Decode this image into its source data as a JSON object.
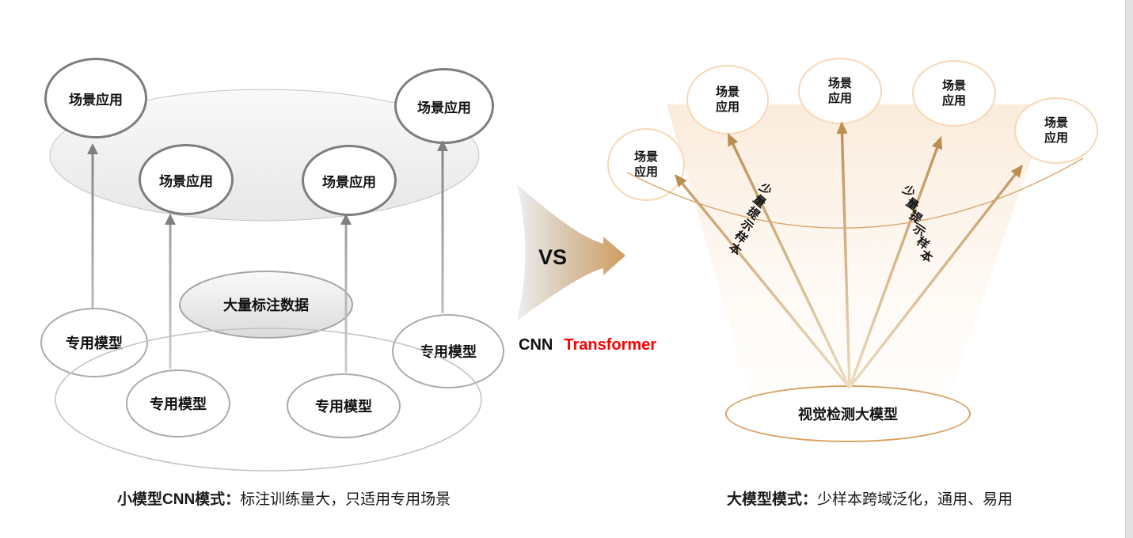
{
  "page": {
    "background": "#ffffff",
    "scrollbar_color": "#e1e1e3"
  },
  "left_panel": {
    "scene_nodes": [
      {
        "label": "场景应用"
      },
      {
        "label": "场景应用"
      },
      {
        "label": "场景应用"
      },
      {
        "label": "场景应用"
      }
    ],
    "model_nodes": [
      {
        "label": "专用模型"
      },
      {
        "label": "专用模型"
      },
      {
        "label": "专用模型"
      },
      {
        "label": "专用模型"
      }
    ],
    "data_node_label": "大量标注数据",
    "caption": {
      "bold": "小模型CNN模式：",
      "rest": "标注训练量大，只适用专用场景"
    },
    "colors": {
      "arrow": "#7f7f7f",
      "scene_border": "#7d7d7d",
      "model_border": "#aaaaaa"
    }
  },
  "center": {
    "vs_label": "VS",
    "cnn_label": "CNN",
    "transformer_label": "Transformer",
    "colors": {
      "transformer": "#ff0000",
      "funnel_start": "#eeedef",
      "funnel_end": "#cf9c5c"
    }
  },
  "right_panel": {
    "scene_nodes": [
      {
        "line1": "场景",
        "line2": "应用"
      },
      {
        "line1": "场景",
        "line2": "应用"
      },
      {
        "line1": "场景",
        "line2": "应用"
      },
      {
        "line1": "场景",
        "line2": "应用"
      },
      {
        "line1": "场景",
        "line2": "应用"
      }
    ],
    "model_node_label": "视觉检测大模型",
    "arrow_labels": [
      {
        "text": "少量提示样本"
      },
      {
        "text": "少量提示样本"
      }
    ],
    "caption": {
      "bold": "大模型模式：",
      "rest": "少样本跨域泛化，通用、易用"
    },
    "colors": {
      "arrow": "#bb8f53",
      "circle_border": "#f6d8b6",
      "model_border": "#d8a160",
      "cone_fill": "#f9e8d5"
    }
  }
}
